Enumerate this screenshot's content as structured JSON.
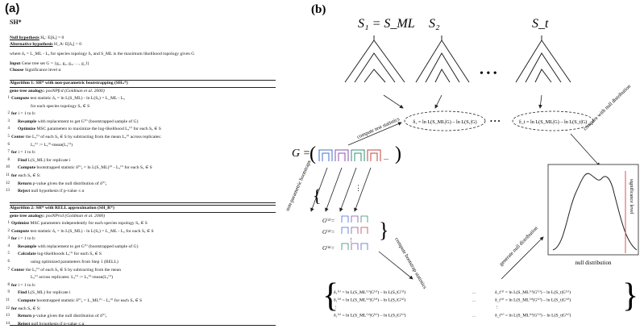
{
  "panel_a": {
    "label": "(a)",
    "title": "SH*",
    "null_hypothesis": {
      "label": "Null hypothesis",
      "text": "H₀: E[δₓ] = 0"
    },
    "alt_hypothesis": {
      "label": "Alternative hypothesis",
      "text": "H_A: E[δₓ] > 0"
    },
    "where_text": "where δₓ = L_ML - Lₓ for species topology Sₓ and S_ML is the maximum likelihood topology given G",
    "input": {
      "label": "Input",
      "text": "Gene tree set G = {g₁, g₂, g₃, …, g_l}"
    },
    "choose": {
      "label": "Choose",
      "text": "Significance level α"
    },
    "alg1": {
      "title": "Algorithm 1: SH* with non-parametric bootstrapping (SHₙ*)",
      "subtitle_bold": "gene tree analogy:",
      "subtitle_rest": "posNPfcd (Goldman et al. 2000)",
      "lines": [
        {
          "n": "1",
          "indent": 0,
          "bold": "Compute",
          "text": "test statistic δₓ = ln L(S_ML) - ln L(Sₓ) = L_ML - Lₓ"
        },
        {
          "n": "",
          "indent": 3,
          "bold": "",
          "text": "for each species topology Sₓ ∈ S"
        },
        {
          "n": "2",
          "indent": 0,
          "bold": "for",
          "text": "i = 1 to b:"
        },
        {
          "n": "3",
          "indent": 1,
          "bold": "Resample",
          "text": "with replacement to get G⁽ⁱ⁾ (bootstrapped sample of G)"
        },
        {
          "n": "4",
          "indent": 1,
          "bold": "Optimize",
          "text": "MSC parameters to maximize the log-likelihood Lₓ⁽ⁱ⁾ for each Sₓ ∈ S"
        },
        {
          "n": "5",
          "indent": 0,
          "bold": "Center",
          "text": "the Lₓ⁽ⁱ⁾ of each Sₓ ∈ S by subtracting from the mean Lₓ⁽ⁱ⁾ across replicates:"
        },
        {
          "n": "6",
          "indent": 3,
          "bold": "",
          "text": "Lₓ⁽ⁱ⁾ := Lₓ⁽ⁱ⁾-mean(Lₓ⁽ⁱ⁾)"
        },
        {
          "n": "7",
          "indent": 0,
          "bold": "for",
          "text": "i = 1 to b:"
        },
        {
          "n": "8",
          "indent": 1,
          "bold": "Find",
          "text": "L(S_ML) for replicate i"
        },
        {
          "n": "10",
          "indent": 1,
          "bold": "Compute",
          "text": "bootstrapped statistic δ⁽ⁱ⁾ₓ = ln L(S_ML)⁽ⁱ⁾ - Lₓ⁽ⁱ⁾ for each Sₓ ∈ S"
        },
        {
          "n": "11",
          "indent": 0,
          "bold": "for",
          "text": "each Sₓ ∈ S:"
        },
        {
          "n": "12",
          "indent": 1,
          "bold": "Return",
          "text": "p-value given the null distribution of δ⁽ⁱ⁾ₓ"
        },
        {
          "n": "13",
          "indent": 1,
          "bold": "Reject",
          "text": "null hypothesis if p-value ≤ α"
        }
      ]
    },
    "alg2": {
      "title": "Algorithm 2: SH* with RELL approximation (SH_R*)",
      "subtitle_bold": "gene tree analogy:",
      "subtitle_rest": "posNPrcd (Goldman et al. 2000)",
      "lines": [
        {
          "n": "1",
          "indent": 0,
          "bold": "Optimize",
          "text": "MSC parameters independently for each species topology Sₓ ∈ S"
        },
        {
          "n": "2",
          "indent": 0,
          "bold": "Compute",
          "text": "test statistic δₓ = ln L(S_ML) - ln L(Sₓ) = L_ML - Lₓ for each Sₓ ∈ S"
        },
        {
          "n": "3",
          "indent": 0,
          "bold": "for",
          "text": "i = 1 to b:"
        },
        {
          "n": "4",
          "indent": 1,
          "bold": "Resample",
          "text": "with replacement to get G⁽ⁱ⁾ (bootstrapped sample of G)"
        },
        {
          "n": "5",
          "indent": 1,
          "bold": "Calculate",
          "text": "log-likelihoods Lₓ⁽ⁱ⁾ for each Sₓ ∈ S"
        },
        {
          "n": "6",
          "indent": 3,
          "bold": "",
          "text": "using optimized parameters from Step 1 (RELL)"
        },
        {
          "n": "7",
          "indent": 0,
          "bold": "Center",
          "text": "the Lₓ⁽ⁱ⁾ of each Sₓ ∈ S by subtracting from the mean"
        },
        {
          "n": "",
          "indent": 3,
          "bold": "",
          "text": "Lₓ⁽ⁱ⁾ across replicates: Lₓ⁽ⁱ⁾ := Lₓ⁽ⁱ⁾-mean(Lₓ⁽ⁱ⁾)"
        },
        {
          "n": "8",
          "indent": 0,
          "bold": "for",
          "text": "i = 1 to b:"
        },
        {
          "n": "9",
          "indent": 1,
          "bold": "Find",
          "text": "L(S_ML) for replicate i"
        },
        {
          "n": "11",
          "indent": 1,
          "bold": "Compute",
          "text": "bootstrapped statistic δ⁽ⁱ⁾ₓ = L_ML⁽ⁱ⁾ - Lₓ⁽ⁱ⁾ for each Sₓ ∈ S"
        },
        {
          "n": "12",
          "indent": 0,
          "bold": "for",
          "text": "each Sₓ ∈ S:"
        },
        {
          "n": "13",
          "indent": 1,
          "bold": "Return",
          "text": "p-value given the null distribution of δ⁽ⁱ⁾ₓ"
        },
        {
          "n": "14",
          "indent": 1,
          "bold": "Reject",
          "text": "null hypothesis if p-value ≤ α"
        }
      ]
    }
  },
  "panel_b": {
    "label": "(b)",
    "tree_labels": [
      "S₁ = S_ML",
      "S₂",
      "S_t"
    ],
    "dots": "• • •",
    "stat_first": "δ₁ = ln L(S_ML|G) – ln L(S₁|G)",
    "stat_mid": "• • •",
    "stat_last": "δ_t = ln L(S_ML|G) – ln L(S_t|G)",
    "compute_test": "compute test statistics",
    "compare_null": "compare with null distribution",
    "g_label": "G =",
    "g_gene_ellipsis": "...",
    "nonparam": "non-parametric bootstraps",
    "boot_ellipsis": "⋮",
    "g_boot": [
      "G⁽¹⁾=",
      "G⁽²⁾=",
      "G⁽ᵇ⁾="
    ],
    "g_boot_ellipsis": "⋮",
    "compute_boot": "compute bootstrap statistics",
    "generate_null": "generate null distribution",
    "plot_xlabel": "null distribution",
    "plot_sig": "significance level",
    "matrix_rows": [
      [
        "δ₁⁽¹⁾ = ln L(S_ML⁽¹⁾|G⁽¹⁾) – ln L(S₁|G⁽¹⁾)",
        "…",
        "δ_t⁽¹⁾ = ln L(S_ML⁽¹⁾|G⁽¹⁾) – ln L(S_t|G⁽¹⁾)"
      ],
      [
        "δ₁⁽²⁾ = ln L(S_ML⁽²⁾|G⁽²⁾) – ln L(S₁|G⁽²⁾)",
        "…",
        "δ_t⁽²⁾ = ln L(S_ML⁽²⁾|G⁽²⁾) – ln L(S_t|G⁽²⁾)"
      ],
      [
        "⋮",
        "",
        "⋮"
      ],
      [
        "δ₁⁽ᵇ⁾ = ln L(S_ML⁽ᵇ⁾|G⁽ᵇ⁾) – ln L(S₁|G⁽ᵇ⁾)",
        "…",
        "δ_t⁽ᵇ⁾ = ln L(S_ML⁽ᵇ⁾|G⁽ᵇ⁾) – ln L(S_t|G⁽ᵇ⁾)"
      ]
    ],
    "colors": {
      "gene_blue": "#3f6fcf",
      "gene_purple": "#8a4fb0",
      "gene_green": "#2f8f6f",
      "gene_red": "#c2443c",
      "sig_line": "#d9534f"
    }
  }
}
